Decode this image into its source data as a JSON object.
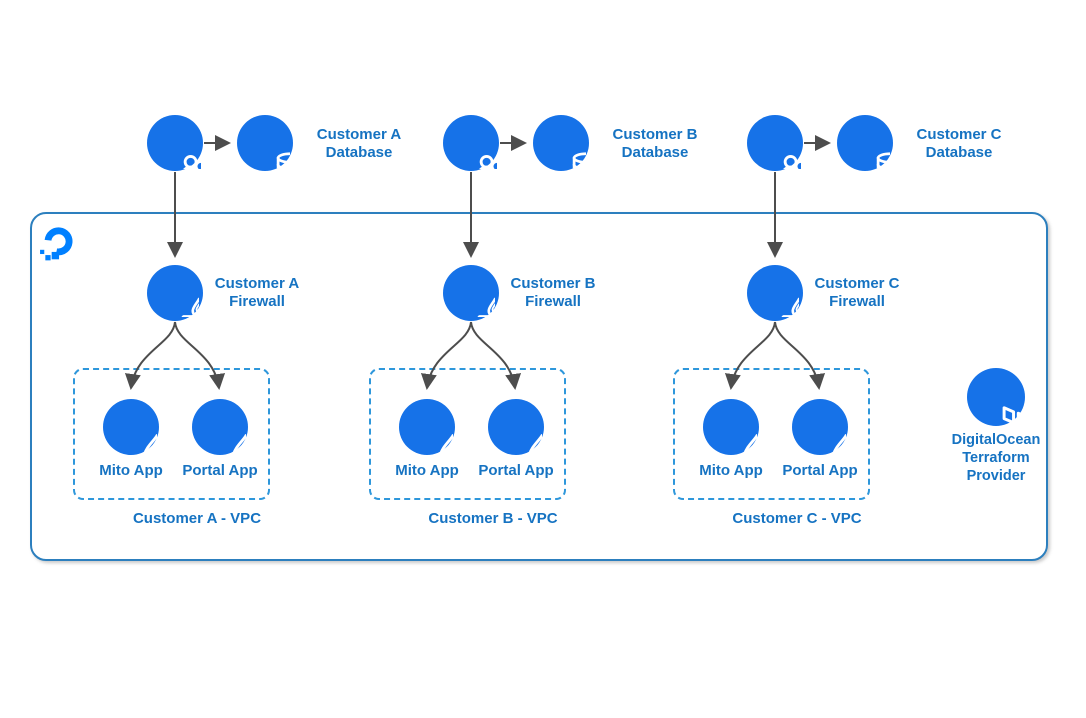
{
  "colors": {
    "node_fill": "#1672e8",
    "logo_blue": "#0080ff",
    "label": "#1673c2",
    "vpc_dash": "#2e97db",
    "container_border": "#2c7fbe",
    "arrow": "#4d4d4d"
  },
  "diagram": {
    "columns": [
      {
        "customer": "Customer A",
        "database_label": [
          "Customer A",
          "Database"
        ],
        "firewall_label": [
          "Customer A",
          "Firewall"
        ],
        "app_labels": [
          "Mito App",
          "Portal App"
        ],
        "vpc_label": "Customer A - VPC"
      },
      {
        "customer": "Customer B",
        "database_label": [
          "Customer B",
          "Database"
        ],
        "firewall_label": [
          "Customer B",
          "Firewall"
        ],
        "app_labels": [
          "Mito App",
          "Portal App"
        ],
        "vpc_label": "Customer B - VPC"
      },
      {
        "customer": "Customer C",
        "database_label": [
          "Customer C",
          "Database"
        ],
        "firewall_label": [
          "Customer C",
          "Firewall"
        ],
        "app_labels": [
          "Mito App",
          "Portal App"
        ],
        "vpc_label": "Customer C - VPC"
      }
    ],
    "terraform_label": [
      "DigitalOcean",
      "Terraform",
      "Provider"
    ],
    "icons": {
      "users": "users-icon",
      "database": "database-icon",
      "firewall": "firewall-icon",
      "droplet": "droplet-icon",
      "terraform": "terraform-icon",
      "logo": "digitalocean-logo-icon"
    }
  }
}
